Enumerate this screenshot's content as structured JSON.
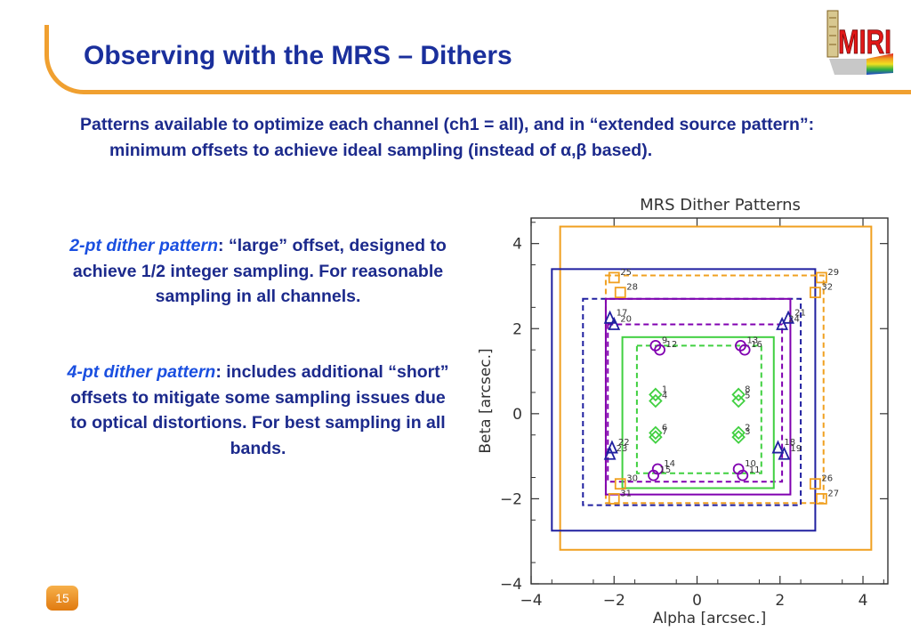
{
  "slide": {
    "title": "Observing with the MRS – Dithers",
    "page_number": "15",
    "logo_text": "MIRI",
    "intro_main": "Patterns available to optimize each channel (ch1 = all), and in “extended source pattern”: minimum offsets to achieve ideal sampling (instead of ",
    "intro_greek": "α,β",
    "intro_tail": " based).",
    "para1_emph": "2-pt dither pattern",
    "para1_rest": ": “large” offset, designed to achieve 1/2 integer sampling. For reasonable sampling in all channels.",
    "para2_emph": "4-pt dither pattern",
    "para2_rest": ": includes additional “short” offsets to mitigate some sampling issues due to optical distortions. For best sampling in all bands."
  },
  "chart_data": {
    "type": "scatter",
    "title": "MRS Dither Patterns",
    "xlabel": "Alpha [arcsec.]",
    "ylabel": "Beta [arcsec.]",
    "xlim": [
      -4,
      4.6
    ],
    "ylim": [
      -4,
      4.6
    ],
    "xticks": [
      -4,
      -2,
      0,
      2,
      4
    ],
    "yticks": [
      -4,
      -2,
      0,
      2,
      4
    ],
    "tick_labels_x": [
      "−4",
      "−2",
      "0",
      "2",
      "4"
    ],
    "tick_labels_y": [
      "−4",
      "−2",
      "0",
      "2",
      "4"
    ],
    "grid": false,
    "colors": {
      "orange": "#f0a020",
      "blue": "#2020a0",
      "purple": "#8000b0",
      "green": "#40d040"
    },
    "fields": [
      {
        "color": "orange",
        "dashed": false,
        "x0": -3.3,
        "x1": 4.2,
        "y0": -3.2,
        "y1": 4.4
      },
      {
        "color": "blue",
        "dashed": false,
        "x0": -3.5,
        "x1": 2.85,
        "y0": -2.75,
        "y1": 3.4
      },
      {
        "color": "orange",
        "dashed": true,
        "x0": -2.2,
        "x1": 3.05,
        "y0": -2.1,
        "y1": 3.25
      },
      {
        "color": "blue",
        "dashed": true,
        "x0": -2.75,
        "x1": 2.5,
        "y0": -2.15,
        "y1": 2.7
      },
      {
        "color": "purple",
        "dashed": false,
        "x0": -2.2,
        "x1": 2.25,
        "y0": -1.9,
        "y1": 2.7
      },
      {
        "color": "purple",
        "dashed": true,
        "x0": -2.15,
        "x1": 2.05,
        "y0": -1.6,
        "y1": 2.1
      },
      {
        "color": "green",
        "dashed": false,
        "x0": -1.8,
        "x1": 1.85,
        "y0": -1.75,
        "y1": 1.8
      },
      {
        "color": "green",
        "dashed": true,
        "x0": -1.45,
        "x1": 1.55,
        "y0": -1.4,
        "y1": 1.6
      }
    ],
    "points": [
      {
        "id": "1",
        "marker": "diamond",
        "color": "green",
        "x": -1.0,
        "y": 0.45
      },
      {
        "id": "4",
        "marker": "diamond",
        "color": "green",
        "x": -1.0,
        "y": 0.3
      },
      {
        "id": "8",
        "marker": "diamond",
        "color": "green",
        "x": 1.0,
        "y": 0.45
      },
      {
        "id": "5",
        "marker": "diamond",
        "color": "green",
        "x": 1.0,
        "y": 0.3
      },
      {
        "id": "6",
        "marker": "diamond",
        "color": "green",
        "x": -1.0,
        "y": -0.45
      },
      {
        "id": "7",
        "marker": "diamond",
        "color": "green",
        "x": -1.0,
        "y": -0.55
      },
      {
        "id": "2",
        "marker": "diamond",
        "color": "green",
        "x": 1.0,
        "y": -0.45
      },
      {
        "id": "3",
        "marker": "diamond",
        "color": "green",
        "x": 1.0,
        "y": -0.55
      },
      {
        "id": "9",
        "marker": "circle",
        "color": "purple",
        "x": -1.0,
        "y": 1.6
      },
      {
        "id": "12",
        "marker": "circle",
        "color": "purple",
        "x": -0.9,
        "y": 1.5
      },
      {
        "id": "13",
        "marker": "circle",
        "color": "purple",
        "x": 1.05,
        "y": 1.6
      },
      {
        "id": "16",
        "marker": "circle",
        "color": "purple",
        "x": 1.15,
        "y": 1.5
      },
      {
        "id": "14",
        "marker": "circle",
        "color": "purple",
        "x": -0.95,
        "y": -1.3
      },
      {
        "id": "15",
        "marker": "circle",
        "color": "purple",
        "x": -1.05,
        "y": -1.45
      },
      {
        "id": "10",
        "marker": "circle",
        "color": "purple",
        "x": 1.0,
        "y": -1.3
      },
      {
        "id": "11",
        "marker": "circle",
        "color": "purple",
        "x": 1.1,
        "y": -1.45
      },
      {
        "id": "17",
        "marker": "triangle",
        "color": "blue",
        "x": -2.1,
        "y": 2.25
      },
      {
        "id": "20",
        "marker": "triangle",
        "color": "blue",
        "x": -2.0,
        "y": 2.1
      },
      {
        "id": "21",
        "marker": "triangle",
        "color": "blue",
        "x": 2.2,
        "y": 2.25
      },
      {
        "id": "24",
        "marker": "triangle",
        "color": "blue",
        "x": 2.05,
        "y": 2.1
      },
      {
        "id": "22",
        "marker": "triangle",
        "color": "blue",
        "x": -2.05,
        "y": -0.8
      },
      {
        "id": "23",
        "marker": "triangle",
        "color": "blue",
        "x": -2.1,
        "y": -0.95
      },
      {
        "id": "18",
        "marker": "triangle",
        "color": "blue",
        "x": 1.95,
        "y": -0.8
      },
      {
        "id": "19",
        "marker": "triangle",
        "color": "blue",
        "x": 2.1,
        "y": -0.95
      },
      {
        "id": "25",
        "marker": "square",
        "color": "orange",
        "x": -2.0,
        "y": 3.2
      },
      {
        "id": "28",
        "marker": "square",
        "color": "orange",
        "x": -1.85,
        "y": 2.85
      },
      {
        "id": "29",
        "marker": "square",
        "color": "orange",
        "x": 3.0,
        "y": 3.2
      },
      {
        "id": "32",
        "marker": "square",
        "color": "orange",
        "x": 2.85,
        "y": 2.85
      },
      {
        "id": "30",
        "marker": "square",
        "color": "orange",
        "x": -1.85,
        "y": -1.65
      },
      {
        "id": "31",
        "marker": "square",
        "color": "orange",
        "x": -2.0,
        "y": -2.0
      },
      {
        "id": "26",
        "marker": "square",
        "color": "orange",
        "x": 2.85,
        "y": -1.65
      },
      {
        "id": "27",
        "marker": "square",
        "color": "orange",
        "x": 3.0,
        "y": -2.0
      }
    ]
  }
}
